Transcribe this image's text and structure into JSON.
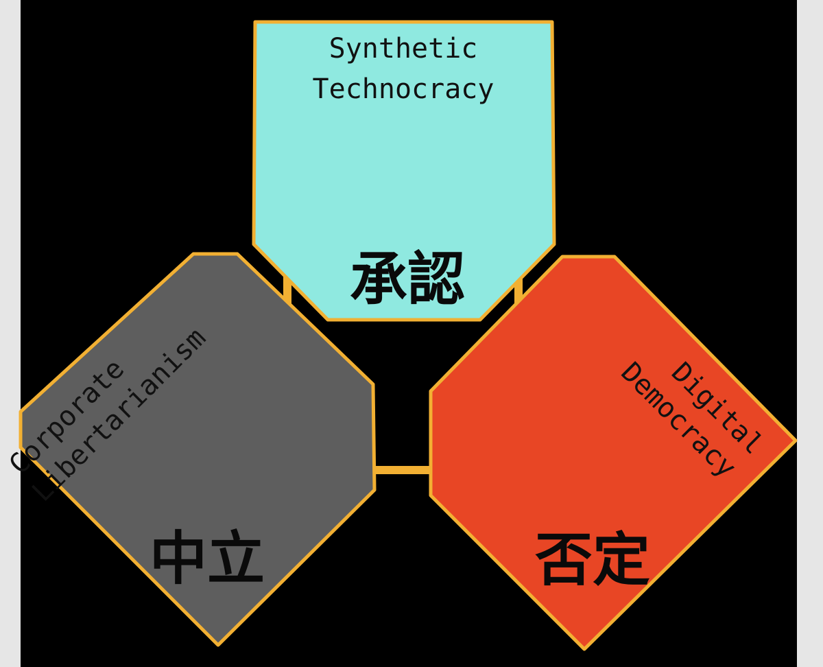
{
  "colors": {
    "page_background": "#e6e6e6",
    "canvas_background": "#000000",
    "outline": "#f2b033",
    "approve_fill": "#8fe9e0",
    "neutral_fill": "#5e5e5e",
    "deny_fill": "#e84625",
    "text": "#111111"
  },
  "nodes": {
    "top": {
      "title_line1": "Synthetic",
      "title_line2": "Technocracy",
      "status": "承認"
    },
    "left": {
      "title_line1": "Corporate",
      "title_line2": "Libertarianism",
      "status": "中立"
    },
    "right": {
      "title_line1": "Digital",
      "title_line2": "Democracy",
      "status": "否定"
    }
  }
}
